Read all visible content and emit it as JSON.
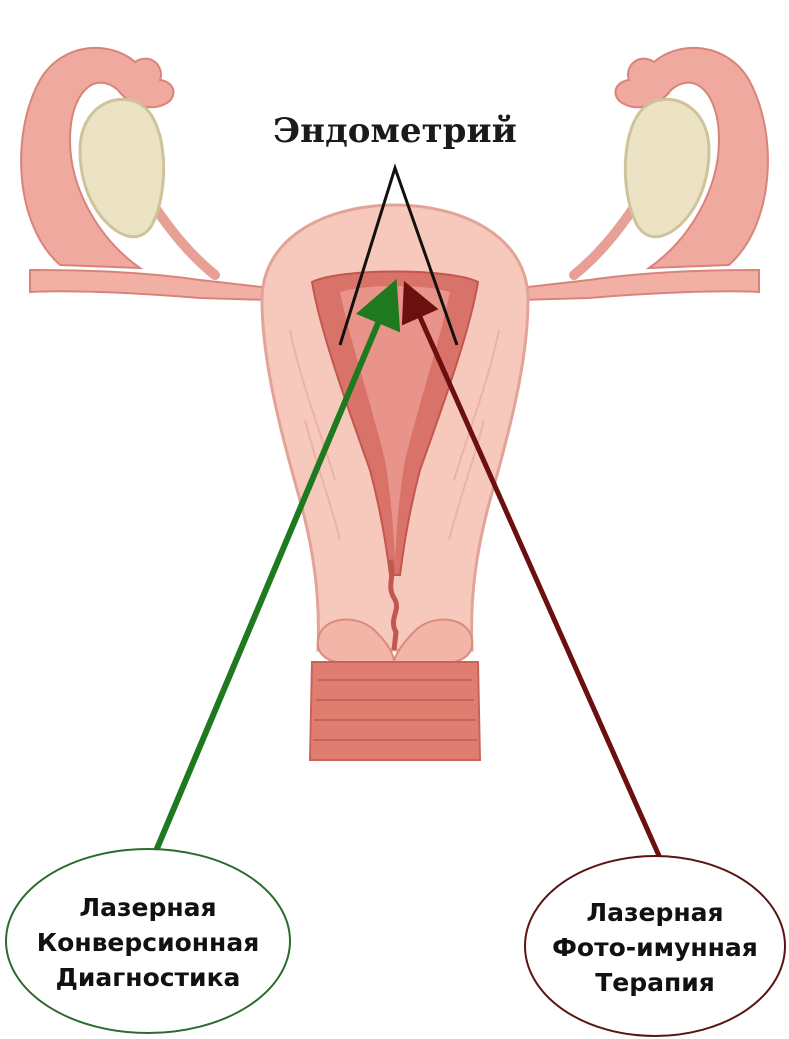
{
  "diagram": {
    "label": "Эндометрий",
    "left_node": {
      "lines": [
        "Лазерная",
        "Конверсионная",
        "Диагностика"
      ],
      "border_color": "#2d6b2d",
      "arrow_color": "#1f7a1f"
    },
    "right_node": {
      "lines": [
        "Лазерная",
        "Фото-имунная",
        "Терапия"
      ],
      "border_color": "#5a1414",
      "arrow_color": "#6b0f0f"
    }
  }
}
